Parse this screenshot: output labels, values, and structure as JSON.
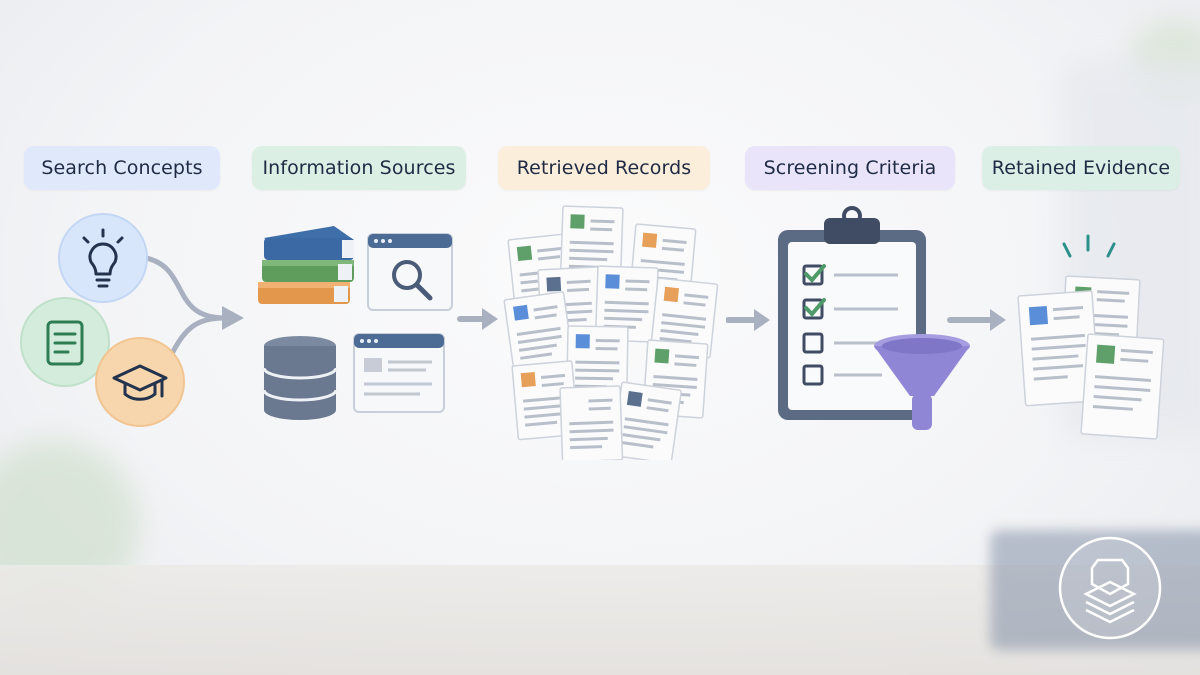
{
  "stages": [
    {
      "label": "Search Concepts",
      "color": "#dfe9fb"
    },
    {
      "label": "Information Sources",
      "color": "#dcefe4"
    },
    {
      "label": "Retrieved Records",
      "color": "#fbeedb"
    },
    {
      "label": "Screening Criteria",
      "color": "#e9e4fa"
    },
    {
      "label": "Retained Evidence",
      "color": "#dcefe6"
    }
  ],
  "colors": {
    "arrow": "#9aa4b6",
    "navy": "#24334d",
    "green": "#4f9a6a",
    "blue": "#5b8ed8",
    "orange": "#e6a05a",
    "funnel": "#8f86d6"
  }
}
